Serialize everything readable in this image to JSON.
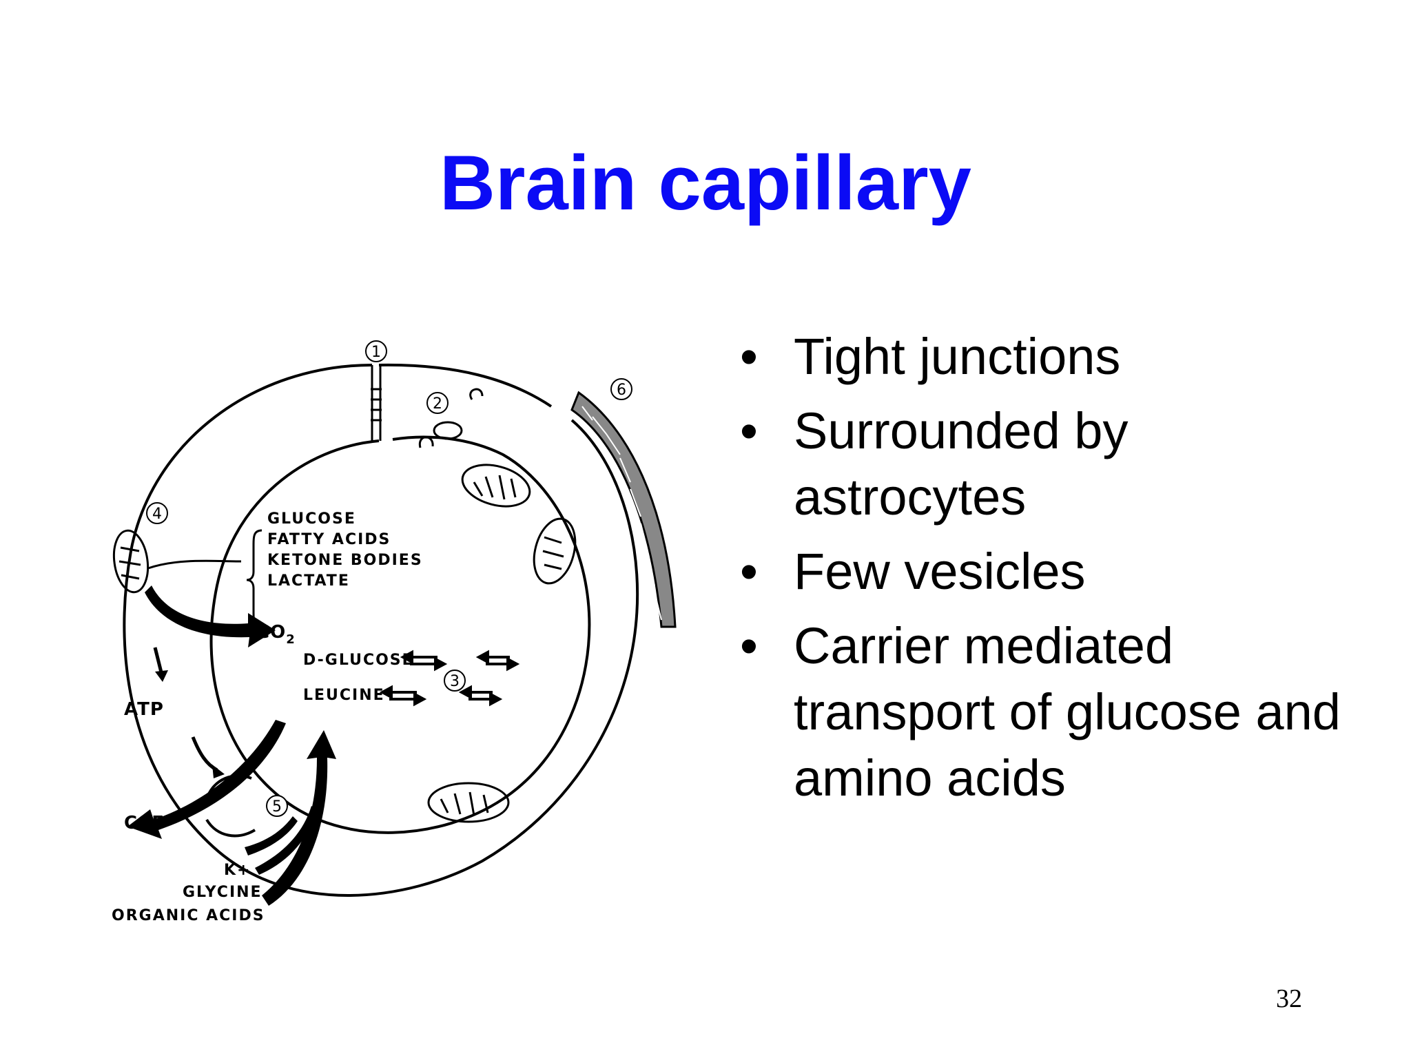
{
  "slide": {
    "title": "Brain capillary",
    "bullets": [
      "Tight junctions",
      "Surrounded by astrocytes",
      "Few vesicles",
      "Carrier mediated transport of glucose and amino acids"
    ],
    "bullet_symbol": "•",
    "page_number": "32",
    "title_color": "#0b0bf5"
  },
  "diagram": {
    "markers": [
      "1",
      "2",
      "3",
      "4",
      "5",
      "6"
    ],
    "substrates": [
      "GLUCOSE",
      "FATTY ACIDS",
      "KETONE BODIES",
      "LACTATE"
    ],
    "co2": "CO",
    "co2_sub": "2",
    "atp": "ATP",
    "csf": "CSF",
    "d_glucose": "D-GLUCOSE",
    "leucine": "LEUCINE",
    "k_plus": "K+",
    "glycine": "GLYCINE",
    "organic_acids": "ORGANIC ACIDS"
  }
}
